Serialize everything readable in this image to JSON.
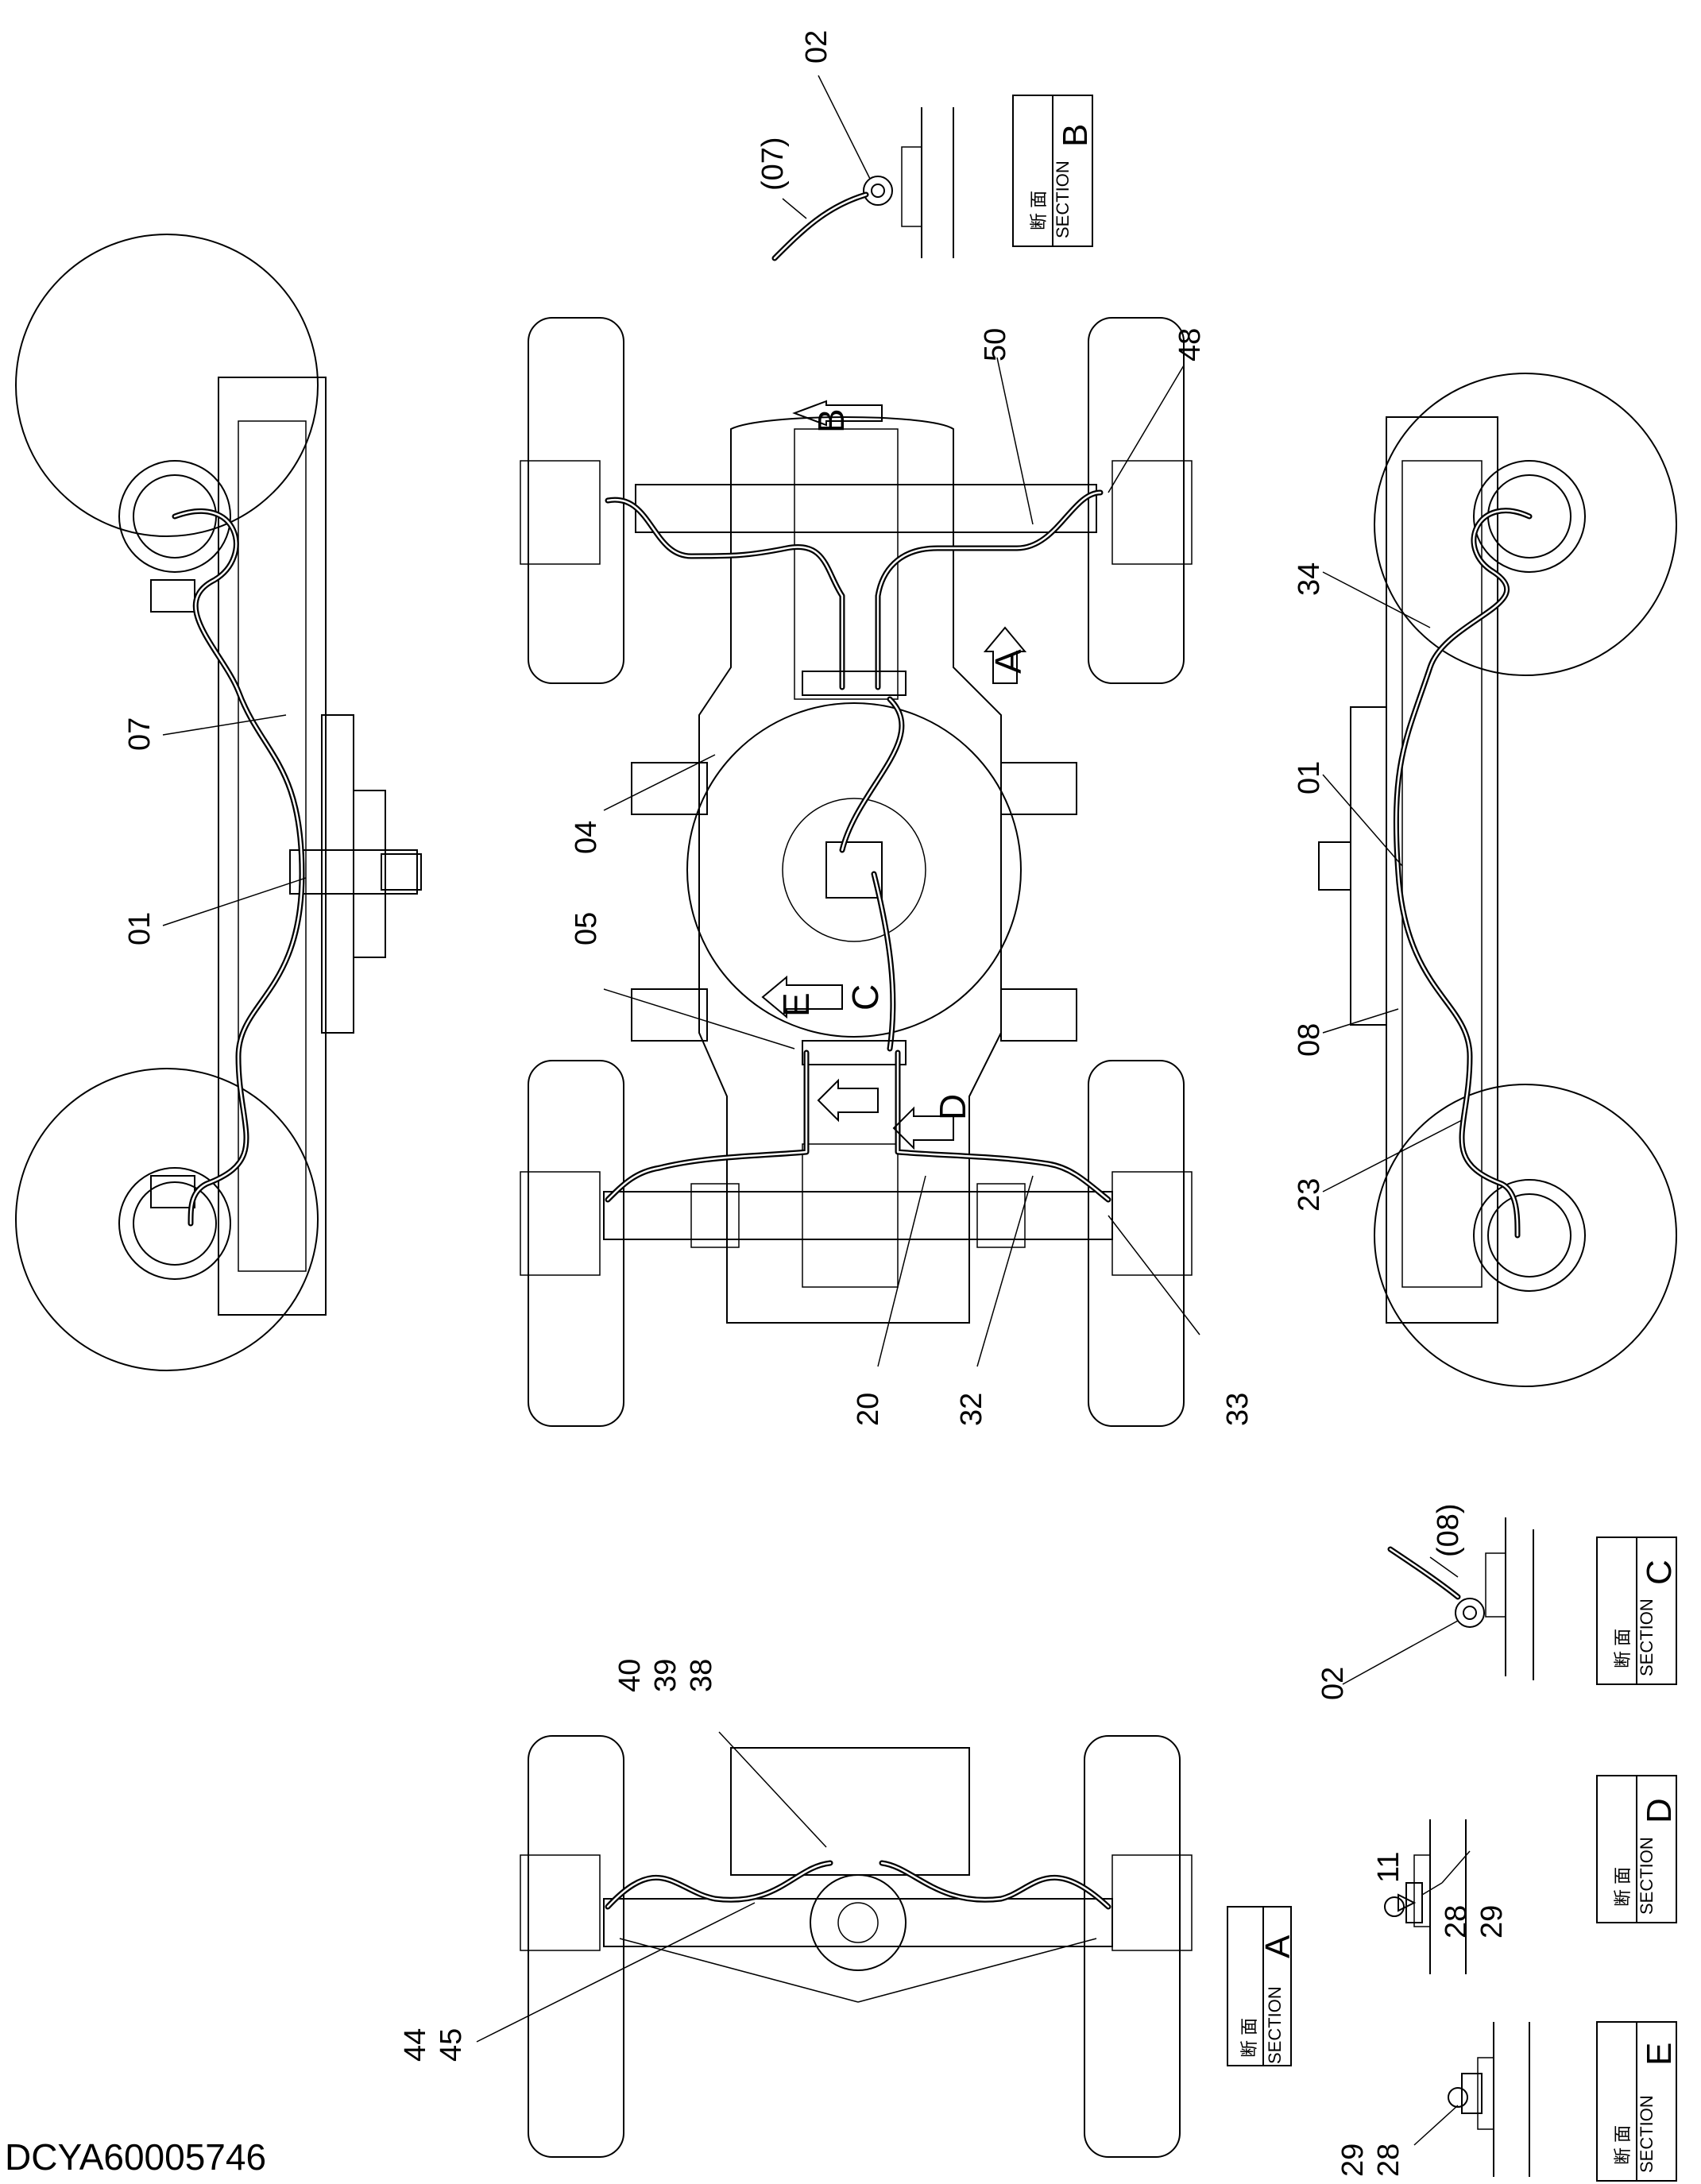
{
  "drawing_number": "DCYA60005746",
  "callouts": {
    "c01_left": "01",
    "c07_left": "07",
    "c04": "04",
    "c05": "05",
    "c50": "50",
    "c48": "48",
    "c20": "20",
    "c32": "32",
    "c33": "33",
    "c34": "34",
    "c01_right": "01",
    "c08": "08",
    "c23": "23",
    "c02_top": "02",
    "c07_paren": "(07)",
    "c02_c": "02",
    "c08_paren": "(08)",
    "c40": "40",
    "c39": "39",
    "c38": "38",
    "c44": "44",
    "c45": "45",
    "c28_d": "28",
    "c29_d": "29",
    "c11": "11",
    "c29_e": "29",
    "c28_e": "28",
    "dash": "-"
  },
  "view_arrows": {
    "a": "A",
    "b": "B",
    "c": "C",
    "d": "D",
    "e": "E"
  },
  "sections": {
    "label_jp": "断 面",
    "label_en": "SECTION",
    "a": "A",
    "b": "B",
    "c": "C",
    "d": "D",
    "e": "E"
  }
}
